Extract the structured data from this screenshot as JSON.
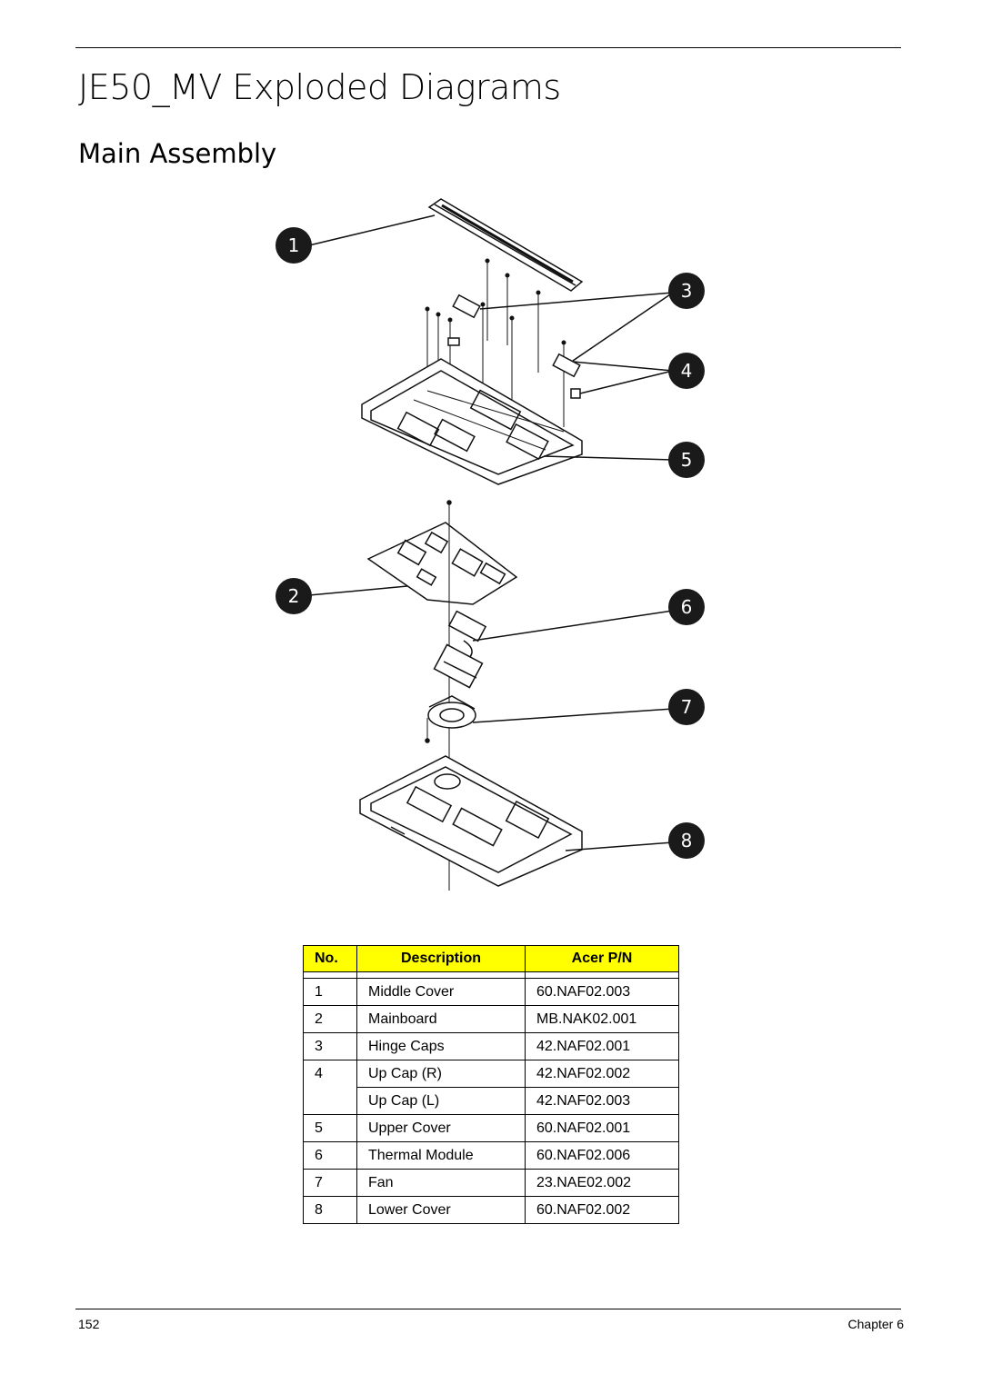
{
  "page": {
    "title": "JE50_MV Exploded Diagrams",
    "subtitle": "Main Assembly",
    "footer_page": "152",
    "footer_chapter": "Chapter 6"
  },
  "callouts": [
    "1",
    "2",
    "3",
    "4",
    "5",
    "6",
    "7",
    "8"
  ],
  "table": {
    "headers": [
      "No.",
      "Description",
      "Acer P/N"
    ],
    "rows": [
      {
        "no": "1",
        "description": "Middle Cover",
        "pn": "60.NAF02.003"
      },
      {
        "no": "2",
        "description": "Mainboard",
        "pn": "MB.NAK02.001"
      },
      {
        "no": "3",
        "description": "Hinge Caps",
        "pn": "42.NAF02.001"
      },
      {
        "no": "4",
        "description": "Up Cap (R)",
        "pn": "42.NAF02.002"
      },
      {
        "no": "",
        "description": "Up Cap (L)",
        "pn": "42.NAF02.003"
      },
      {
        "no": "5",
        "description": "Upper Cover",
        "pn": "60.NAF02.001"
      },
      {
        "no": "6",
        "description": "Thermal Module",
        "pn": "60.NAF02.006"
      },
      {
        "no": "7",
        "description": "Fan",
        "pn": "23.NAE02.002"
      },
      {
        "no": "8",
        "description": "Lower Cover",
        "pn": "60.NAF02.002"
      }
    ]
  },
  "colors": {
    "header_fill": "#ffff00",
    "callout_fill": "#1a1a1a"
  }
}
